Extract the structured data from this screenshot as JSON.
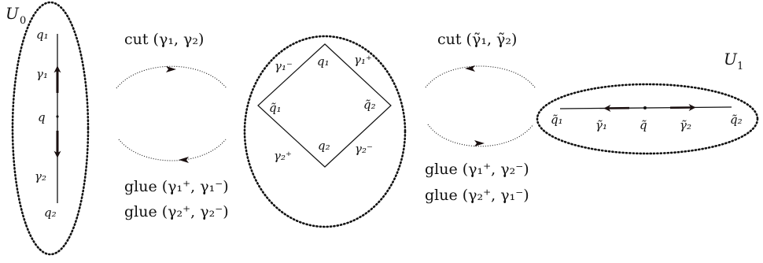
{
  "colors": {
    "ink": "#111111",
    "arrow": "#1a1010",
    "background": "#ffffff"
  },
  "regions": {
    "u0": "U",
    "u0_sub": "0",
    "u1": "U",
    "u1_sub": "1"
  },
  "segment_u0": {
    "top": "q₁",
    "upper_arc": "γ₁",
    "middle": "q",
    "lower_arc": "γ₂",
    "bottom": "q₂"
  },
  "square": {
    "top_left": "γ₁⁻",
    "top": "q₁",
    "top_right": "γ₁⁺",
    "left": "q̃₁",
    "right": "q̃₂",
    "bottom_left": "γ₂⁺",
    "bottom": "q₂",
    "bottom_right": "γ₂⁻"
  },
  "segment_u1": {
    "left_end": "q̃₁",
    "left_arc": "γ̃₁",
    "middle": "q̃",
    "right_arc": "γ̃₂",
    "right_end": "q̃₂"
  },
  "operations": {
    "cut_first": "cut (γ₁, γ₂)",
    "glue_first_a": "glue (γ₁⁺, γ₁⁻)",
    "glue_first_b": "glue (γ₂⁺, γ₂⁻)",
    "cut_second": "cut (γ̃₁, γ̃₂)",
    "glue_second_a": "glue (γ₁⁺, γ₂⁻)",
    "glue_second_b": "glue (γ₂⁺, γ₁⁻)"
  }
}
